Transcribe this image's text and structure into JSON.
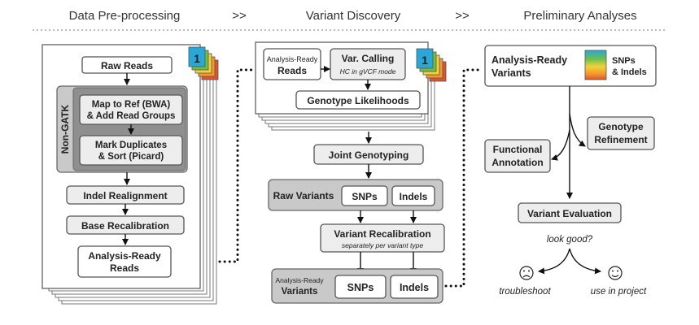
{
  "headers": {
    "col1": "Data Pre-processing",
    "sep1": ">>",
    "col2": "Variant Discovery",
    "sep2": ">>",
    "col3": "Preliminary Analyses"
  },
  "preprocessing": {
    "raw_reads": "Raw Reads",
    "non_gatk_label": "Non-GATK",
    "map_line1": "Map to Ref (BWA)",
    "map_line2": "& Add Read Groups",
    "mark_line1": "Mark Duplicates",
    "mark_line2": "& Sort (Picard)",
    "indel_realignment": "Indel Realignment",
    "base_recalibration": "Base Recalibration",
    "ar_reads_line1": "Analysis-Ready",
    "ar_reads_line2": "Reads",
    "stack_badge": "1"
  },
  "discovery": {
    "ar_reads_line1": "Analysis-Ready",
    "ar_reads_line2": "Reads",
    "var_calling": "Var. Calling",
    "hc_mode": "HC in gVCF mode",
    "genotype_likelihoods": "Genotype Likelihoods",
    "stack_badge": "1",
    "joint_genotyping": "Joint Genotyping",
    "raw_variants": "Raw Variants",
    "snps": "SNPs",
    "indels": "Indels",
    "variant_recalibration": "Variant Recalibration",
    "recal_note": "separately per variant type",
    "ar_variants_line1": "Analysis-Ready",
    "ar_variants_line2": "Variants",
    "snps2": "SNPs",
    "indels2": "Indels"
  },
  "analyses": {
    "ar_variants_line1": "Analysis-Ready",
    "ar_variants_line2": "Variants",
    "legend_line1": "SNPs",
    "legend_line2": "& Indels",
    "genotype_line1": "Genotype",
    "genotype_line2": "Refinement",
    "functional_line1": "Functional",
    "functional_line2": "Annotation",
    "variant_evaluation": "Variant Evaluation",
    "look_good": "look good?",
    "troubleshoot": "troubleshoot",
    "use_in_project": "use in project",
    "sad_face_icon": "frowning-face-icon",
    "happy_face_icon": "smiling-face-icon"
  },
  "colors": {
    "stack_layers": [
      "#2aa7d6",
      "#6cc04a",
      "#f0d23a",
      "#f39a2b",
      "#e2522b"
    ]
  }
}
